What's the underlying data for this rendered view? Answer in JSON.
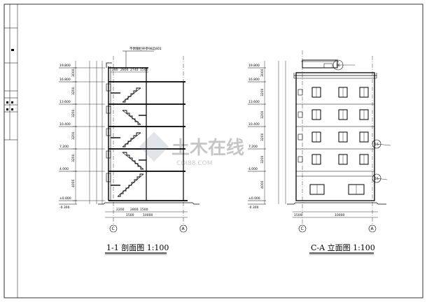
{
  "drawing": {
    "section_title": "1-1 剖面图 1:100",
    "elevation_title": "C-A 立面图 1:100",
    "section_top_note": "不锈钢栏杆参98ZJ401"
  },
  "section": {
    "levels": [
      "19.800",
      "16.800",
      "13.600",
      "10.400",
      "7.200",
      "4.000",
      "±0.000",
      "-0.300"
    ],
    "floor_dims": [
      "3000",
      "3200",
      "3200",
      "3200",
      "3200",
      "4000"
    ],
    "bottom_dims": [
      "2200",
      "2800",
      "1500",
      "1500",
      "10000"
    ],
    "top_dims": [
      "280",
      "2800",
      "2740",
      "1500"
    ],
    "axis_left": "C",
    "axis_right": "A"
  },
  "elevation": {
    "levels": [
      "19.800",
      "16.800",
      "13.600",
      "10.400",
      "7.200",
      "4.000",
      "±0.000",
      "-0.300"
    ],
    "floor_dims": [
      "3000",
      "3200",
      "3200",
      "3200",
      "3200",
      "4000"
    ],
    "bottom_dims": [
      "1500",
      "10000"
    ],
    "axis_left": "C",
    "axis_right": "A",
    "callouts": [
      "16",
      "16",
      "16"
    ]
  },
  "watermark": {
    "text": "土木在线",
    "subtext": "COI88.COM"
  }
}
